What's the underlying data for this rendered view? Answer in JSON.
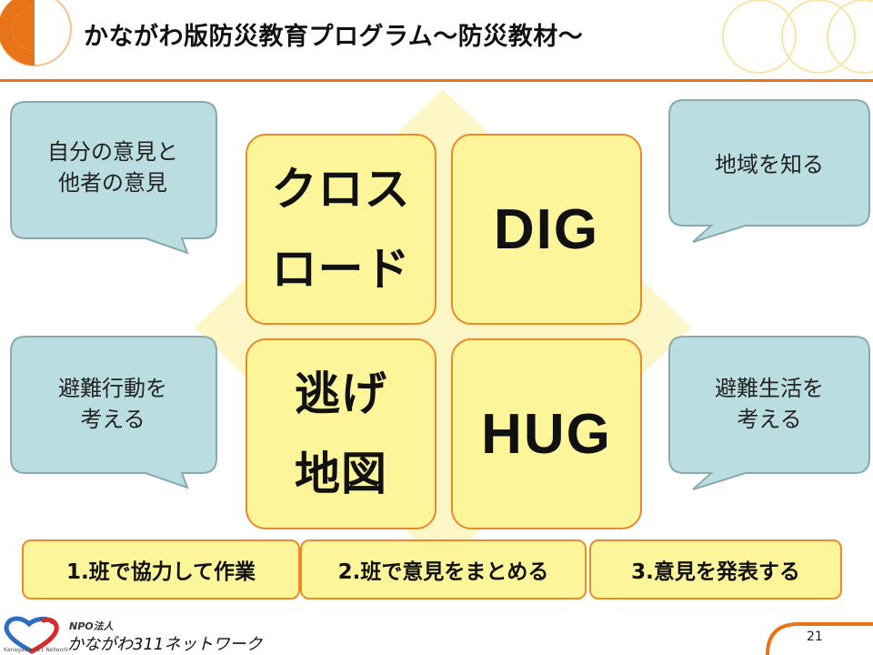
{
  "header": {
    "title": "かながわ版防災教育プログラム～防災教材～"
  },
  "tiles": {
    "cross_road": {
      "line1": "クロス",
      "line2": "ロード"
    },
    "dig": {
      "label": "DIG"
    },
    "nige_chizu": {
      "line1": "逃げ",
      "line2": "地図"
    },
    "hug": {
      "label": "HUG"
    }
  },
  "bubbles": {
    "top_left": {
      "line1": "自分の意見と",
      "line2": "他者の意見"
    },
    "top_right": {
      "line1": "地域を知る"
    },
    "bottom_left": {
      "line1": "避難行動を",
      "line2": "考える"
    },
    "bottom_right": {
      "line1": "避難生活を",
      "line2": "考える"
    }
  },
  "steps": [
    {
      "label": "1.班で協力して作業"
    },
    {
      "label": "2.班で意見をまとめる"
    },
    {
      "label": "3.意見を発表する"
    }
  ],
  "footer": {
    "org_small": "NPO法人",
    "org_name": "かながわ311ネットワーク",
    "logo_sub": "Kanagawa 311 Network",
    "page_number": "21"
  },
  "colors": {
    "accent_orange": "#e8741a",
    "tile_fill": "#fdf59a",
    "tile_border": "#ec8a2a",
    "bubble_fill": "#b9dde0",
    "bubble_border": "#8aa9ad",
    "diamond_fill": "#fdf6c6"
  }
}
